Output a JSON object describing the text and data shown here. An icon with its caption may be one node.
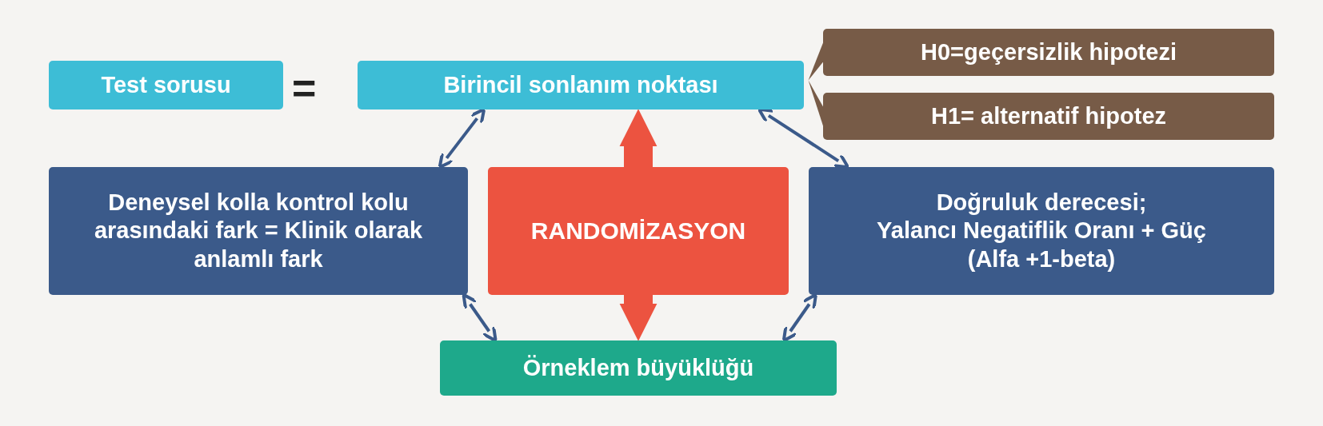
{
  "diagram": {
    "nodes": [
      {
        "text": [
          "Test sorusu"
        ]
      },
      {
        "text": [
          "Birincil sonlanım noktası"
        ]
      },
      {
        "text": [
          "H0=geçersizlik hipotezi"
        ]
      },
      {
        "text": [
          "H1= alternatif hipotez"
        ]
      },
      {
        "text": [
          "Deneysel kolla kontrol kolu arasındaki fark = Klinik olarak anlamlı fark"
        ]
      },
      {
        "text": [
          "RANDOMİZASYON"
        ]
      },
      {
        "text": [
          "Doğruluk derecesi;",
          "Yalancı Negatiflik Oranı + Güç (Alfa +1-beta)"
        ]
      },
      {
        "text": [
          "Örneklem büyüklüğü"
        ]
      }
    ],
    "edges": [
      {
        "from": 2,
        "to": 1,
        "arrow": "none",
        "style": "thick",
        "color": "#775b47"
      },
      {
        "from": 3,
        "to": 1,
        "arrow": "none",
        "style": "thick",
        "color": "#775b47"
      },
      {
        "from": 4,
        "to": 1,
        "arrow": "both"
      },
      {
        "from": 6,
        "to": 1,
        "arrow": "both"
      },
      {
        "from": 4,
        "to": 7,
        "arrow": "both"
      },
      {
        "from": 6,
        "to": 7,
        "arrow": "both"
      },
      {
        "from": 5,
        "to": 1,
        "arrow": "to",
        "style": "thick",
        "color": "#ec5340"
      },
      {
        "from": 5,
        "to": 7,
        "arrow": "to",
        "style": "thick",
        "color": "#ec5340"
      }
    ],
    "labels": [
      "="
    ]
  }
}
